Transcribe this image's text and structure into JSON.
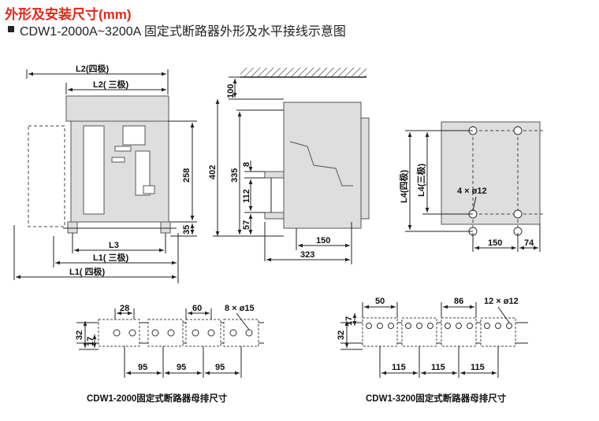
{
  "header": {
    "title": "外形及安装尺寸(mm)",
    "subtitle": "CDW1-2000A~3200A 固定式断路器外形及水平接线示意图"
  },
  "front_view": {
    "l2_four": "L2(四极)",
    "l2_three": "L2(  三极)",
    "l3": "L3",
    "l1_three": "L1( 三极)",
    "l1_four": "L1( 四极)",
    "dim_258": "258",
    "dim_35": "35"
  },
  "side_view": {
    "dim_100": "100",
    "dim_402": "402",
    "dim_335": "335",
    "dim_8": "8",
    "dim_112": "112",
    "dim_57": "57",
    "dim_150": "150",
    "dim_323": "323"
  },
  "mount_view": {
    "l4_four": "L4(四极)",
    "l4_three": "L4(三极)",
    "holes": "4 × ø12",
    "dim_150": "150",
    "dim_74": "74"
  },
  "busbar_2000": {
    "dim_28": "28",
    "dim_60": "60",
    "holes": "8 × ø15",
    "dim_32": "32",
    "dim_17": "17",
    "spacing": [
      "95",
      "95",
      "95"
    ],
    "caption": "CDW1-2000固定式断路器母排尺寸"
  },
  "busbar_3200": {
    "dim_50": "50",
    "dim_86": "86",
    "holes": "12 × ø12",
    "dim_32": "32",
    "dim_17": "17",
    "spacing": [
      "115",
      "115",
      "115"
    ],
    "caption": "CDW1-3200固定式断路器母排尺寸"
  }
}
